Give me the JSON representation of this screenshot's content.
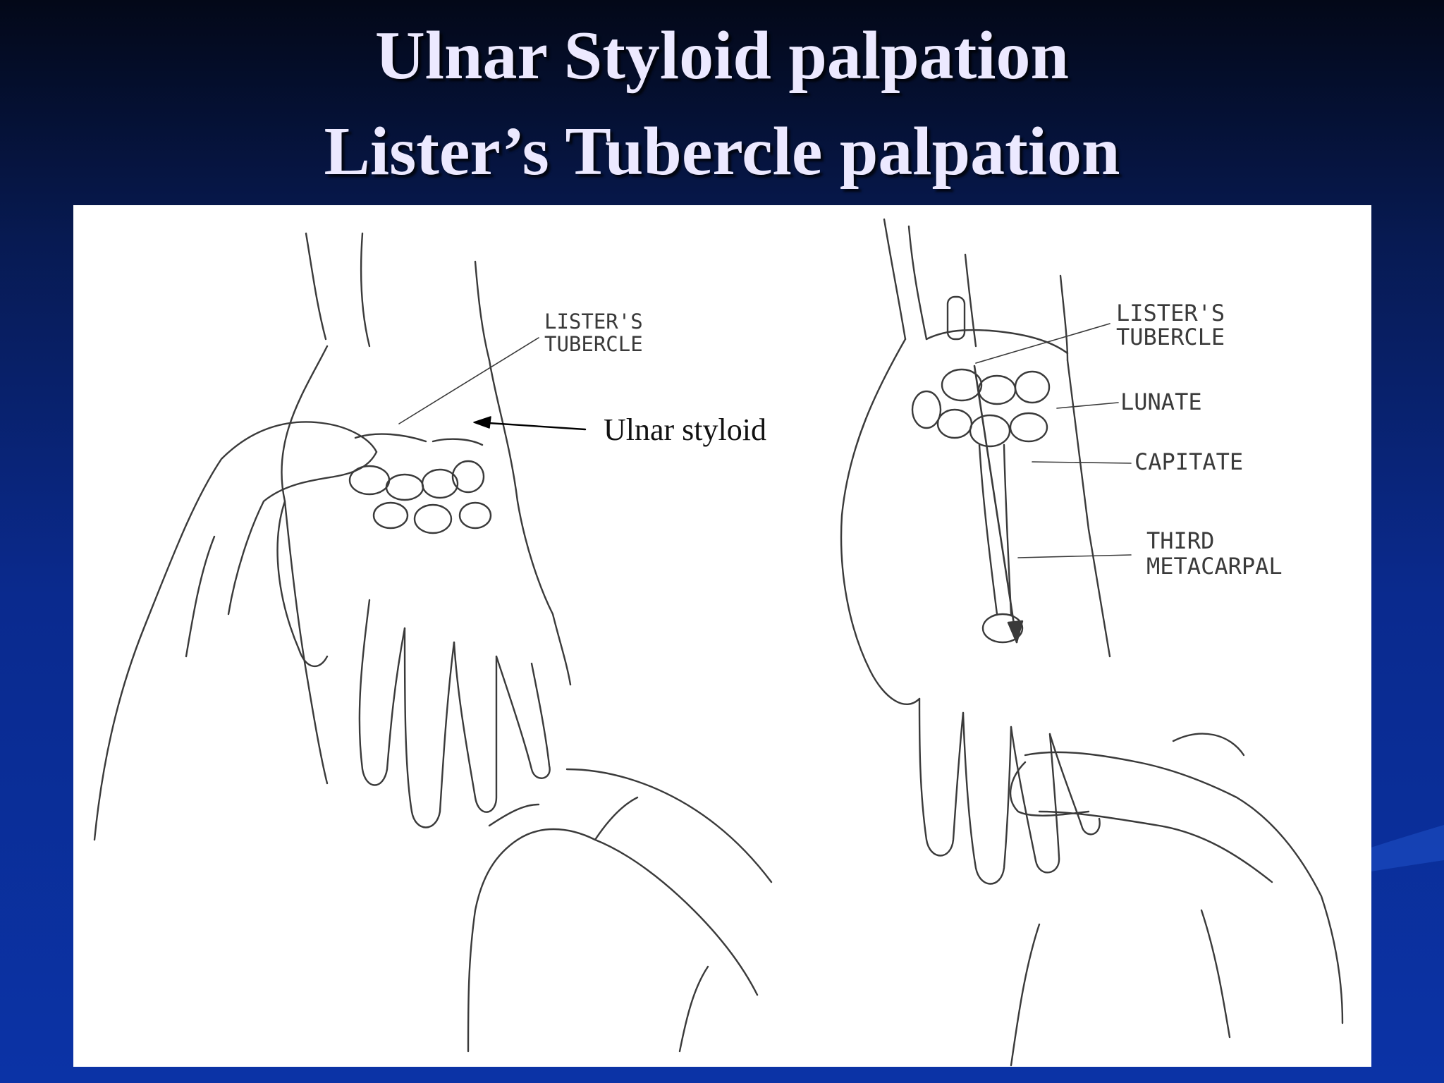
{
  "slide": {
    "title_line1": "Ulnar Styloid palpation",
    "title_line2": "Lister’s Tubercle palpation"
  },
  "left_figure": {
    "labels": {
      "listers_line1": "LISTER'S",
      "listers_line2": "TUBERCLE",
      "ulnar_styloid": "Ulnar styloid"
    }
  },
  "right_figure": {
    "labels": {
      "listers_line1": "LISTER'S",
      "listers_line2": "TUBERCLE",
      "lunate": "LUNATE",
      "capitate": "CAPITATE",
      "third_line1": "THIRD",
      "third_line2": "METACARPAL"
    }
  },
  "colors": {
    "background_top": "#030818",
    "background_bottom": "#0b33a6",
    "title_text": "#ece9ff",
    "panel": "#ffffff",
    "ink": "#333333"
  }
}
